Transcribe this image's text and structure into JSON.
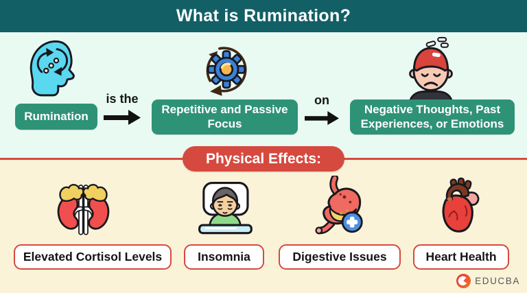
{
  "header": {
    "title": "What is Rumination?"
  },
  "definition": {
    "steps": [
      {
        "icon": "rumination-head-icon",
        "label": "Rumination"
      },
      {
        "icon": "gear-cycle-icon",
        "label": "Repetitive and Passive Focus"
      },
      {
        "icon": "sad-person-icon",
        "label": "Negative Thoughts, Past Experiences, or Emotions"
      }
    ],
    "connectors": [
      "is the",
      "on"
    ]
  },
  "effects": {
    "heading": "Physical Effects:",
    "items": [
      {
        "icon": "kidneys-adrenal-icon",
        "label": "Elevated Cortisol Levels"
      },
      {
        "icon": "insomnia-icon",
        "label": "Insomnia"
      },
      {
        "icon": "stomach-icon",
        "label": "Digestive Issues"
      },
      {
        "icon": "heart-icon",
        "label": "Heart Health"
      }
    ]
  },
  "branding": {
    "logo_text": "EDUCBA"
  },
  "colors": {
    "header_bg": "#135f66",
    "definition_bg": "#e9faf2",
    "step_button_bg": "#2e9277",
    "effects_banner_bg": "#d6493f",
    "effects_bg": "#faf3d8",
    "label_border": "#d6493f",
    "arrow": "#121212"
  }
}
